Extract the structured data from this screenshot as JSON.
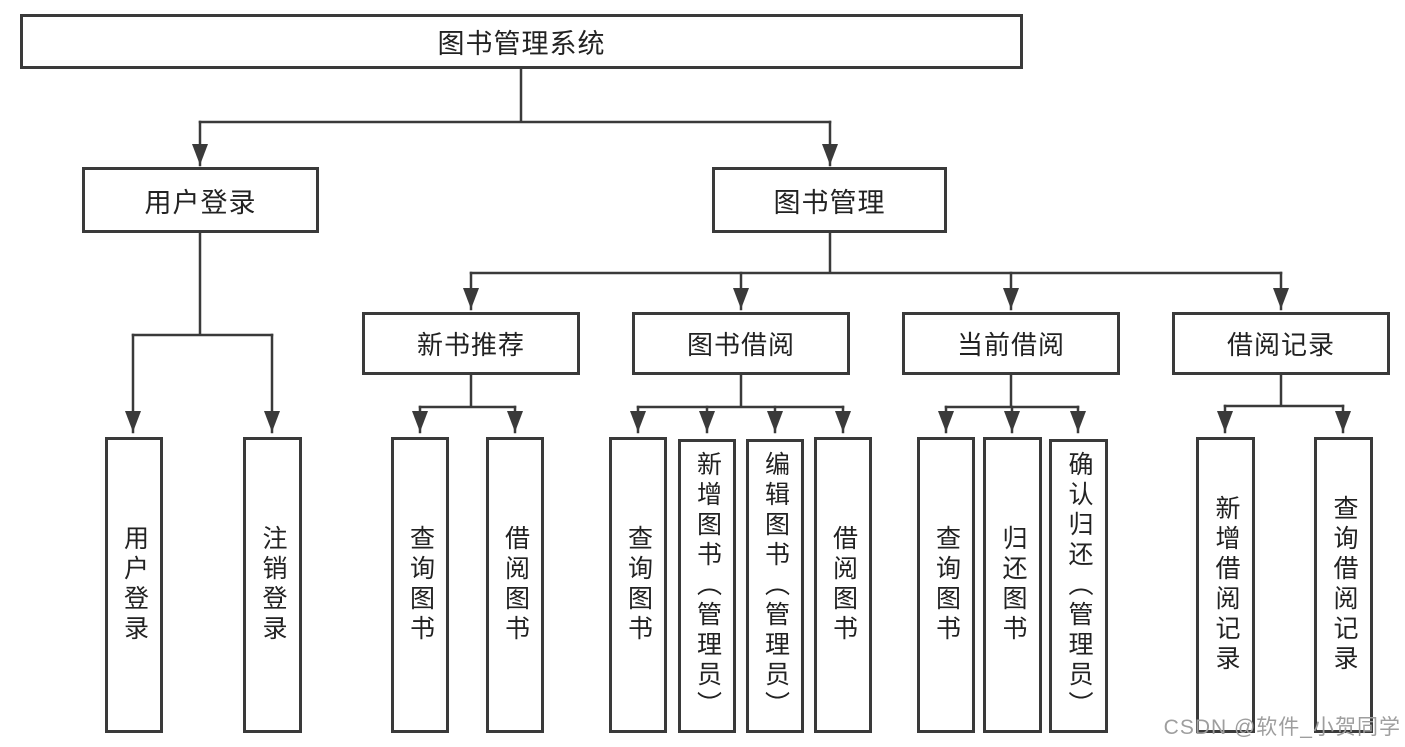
{
  "root": {
    "label": "图书管理系统"
  },
  "branches": [
    {
      "label": "用户登录",
      "children": [
        {
          "label": "用户登录"
        },
        {
          "label": "注销登录"
        }
      ]
    },
    {
      "label": "图书管理",
      "children": [
        {
          "label": "新书推荐",
          "children": [
            {
              "label": "查询图书"
            },
            {
              "label": "借阅图书"
            }
          ]
        },
        {
          "label": "图书借阅",
          "children": [
            {
              "label": "查询图书"
            },
            {
              "label": "新增图书（管理员）"
            },
            {
              "label": "编辑图书（管理员）"
            },
            {
              "label": "借阅图书"
            }
          ]
        },
        {
          "label": "当前借阅",
          "children": [
            {
              "label": "查询图书"
            },
            {
              "label": "归还图书"
            },
            {
              "label": "确认归还（管理员）"
            }
          ]
        },
        {
          "label": "借阅记录",
          "children": [
            {
              "label": "新增借阅记录"
            },
            {
              "label": "查询借阅记录"
            }
          ]
        }
      ]
    }
  ],
  "watermark": {
    "text": "CSDN @软件_小贺同学"
  },
  "colors": {
    "line": "#3a3a3a",
    "text": "#222222",
    "watermark": "#9e9e9e",
    "background": "#ffffff"
  }
}
